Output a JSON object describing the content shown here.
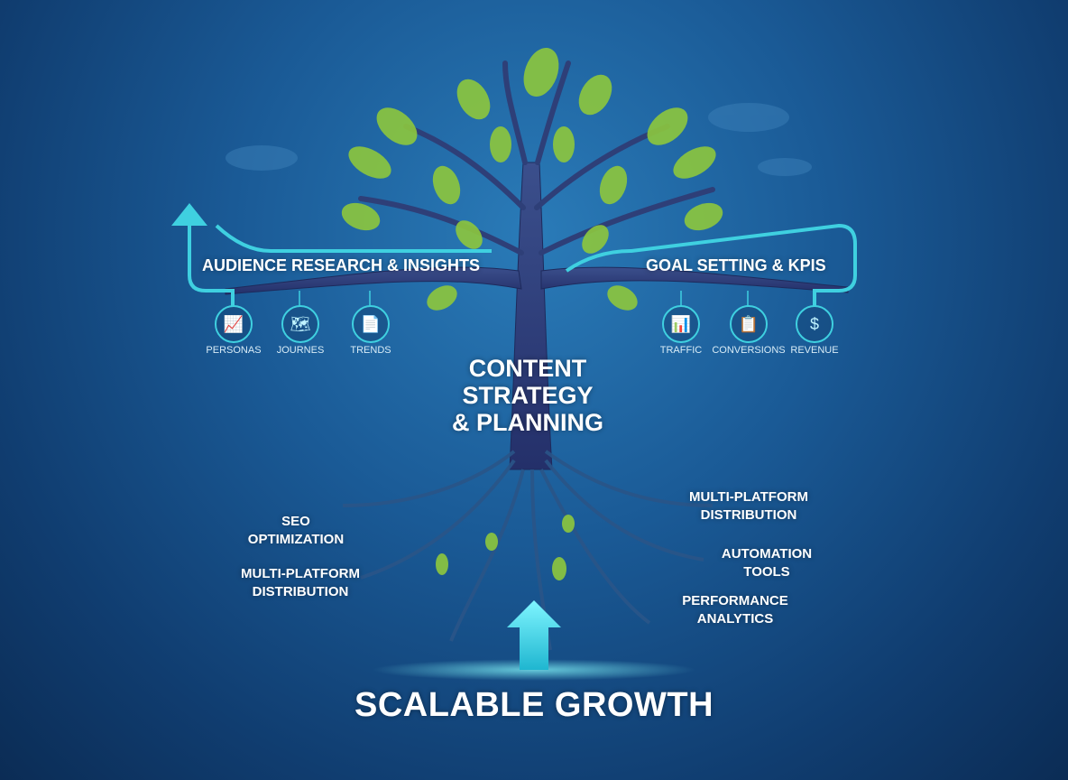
{
  "center_title": [
    "CONTENT",
    "STRATEGY",
    "& PLANNING"
  ],
  "left_branch": {
    "title": "AUDIENCE RESEARCH & INSIGHTS",
    "items": [
      {
        "label": "PERSONAS",
        "icon": "chart-icon"
      },
      {
        "label": "JOURNES",
        "icon": "journey-map-icon"
      },
      {
        "label": "TRENDS",
        "icon": "document-icon"
      }
    ]
  },
  "right_branch": {
    "title": "GOAL SETTING & KPIS",
    "items": [
      {
        "label": "TRAFFIC",
        "icon": "traffic-chart-icon"
      },
      {
        "label": "CONVERSIONS",
        "icon": "presentation-icon"
      },
      {
        "label": "REVENUE",
        "icon": "revenue-icon"
      }
    ]
  },
  "roots_left": [
    [
      "SEO",
      "OPTIMIZATION"
    ],
    [
      "MULTI-PLATFORM",
      "DISTRIBUTION"
    ]
  ],
  "roots_right": [
    [
      "MULTI-PLATFORM",
      "DISTRIBUTION"
    ],
    [
      "AUTOMATION",
      "TOOLS"
    ],
    [
      "PERFORMANCE",
      "ANALYTICS"
    ]
  ],
  "footer": "SCALABLE GROWTH",
  "colors": {
    "accent": "#3fd0e0",
    "leaf": "#8cc63f",
    "trunk": "#2e3f78"
  }
}
